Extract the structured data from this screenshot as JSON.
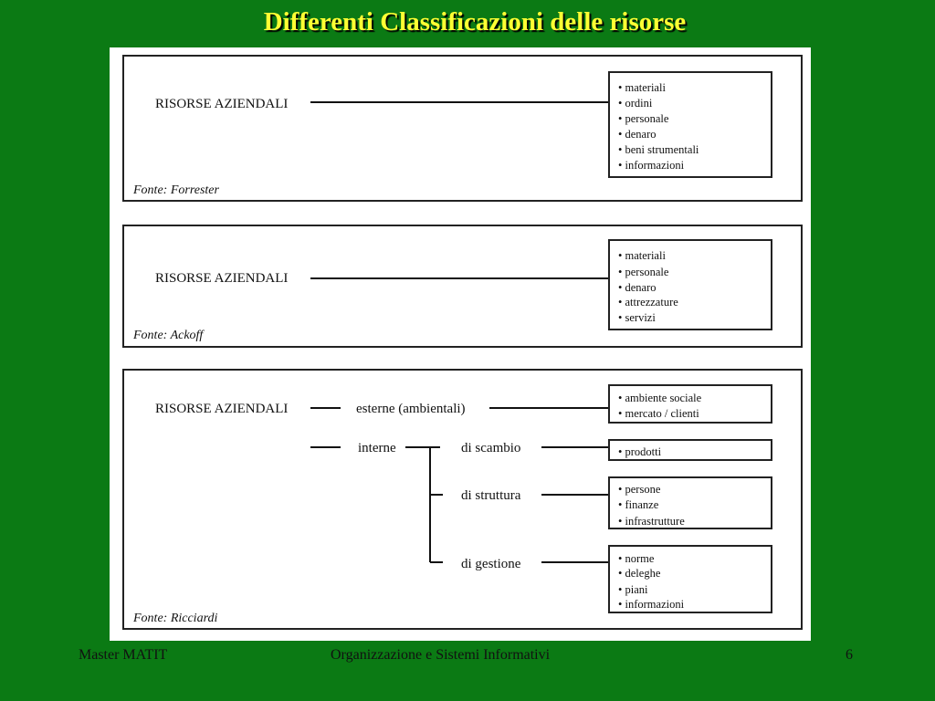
{
  "slide": {
    "title": "Differenti Classificazioni delle risorse"
  },
  "diagram": {
    "forrester": {
      "root": "RISORSE AZIENDALI",
      "items": [
        "• materiali",
        "• ordini",
        "• personale",
        "• denaro",
        "• beni strumentali",
        "• informazioni"
      ],
      "source": "Fonte: Forrester"
    },
    "ackoff": {
      "root": "RISORSE AZIENDALI",
      "items": [
        "• materiali",
        "• personale",
        "• denaro",
        "• attrezzature",
        "• servizi"
      ],
      "source": "Fonte: Ackoff"
    },
    "ricciardi": {
      "root": "RISORSE AZIENDALI",
      "esterne": "esterne (ambientali)",
      "esterne_items": [
        "• ambiente sociale",
        "• mercato / clienti"
      ],
      "interne": "interne",
      "scambio": "di scambio",
      "scambio_items": [
        "• prodotti"
      ],
      "struttura": "di struttura",
      "struttura_items": [
        "• persone",
        "• finanze",
        "• infrastrutture"
      ],
      "gestione": "di gestione",
      "gestione_items": [
        "• norme",
        "• deleghe",
        "• piani",
        "• informazioni"
      ],
      "source": "Fonte: Ricciardi"
    }
  },
  "footer": {
    "left": "Master MATIT",
    "center": "Organizzazione e Sistemi Informativi",
    "page": "6"
  }
}
